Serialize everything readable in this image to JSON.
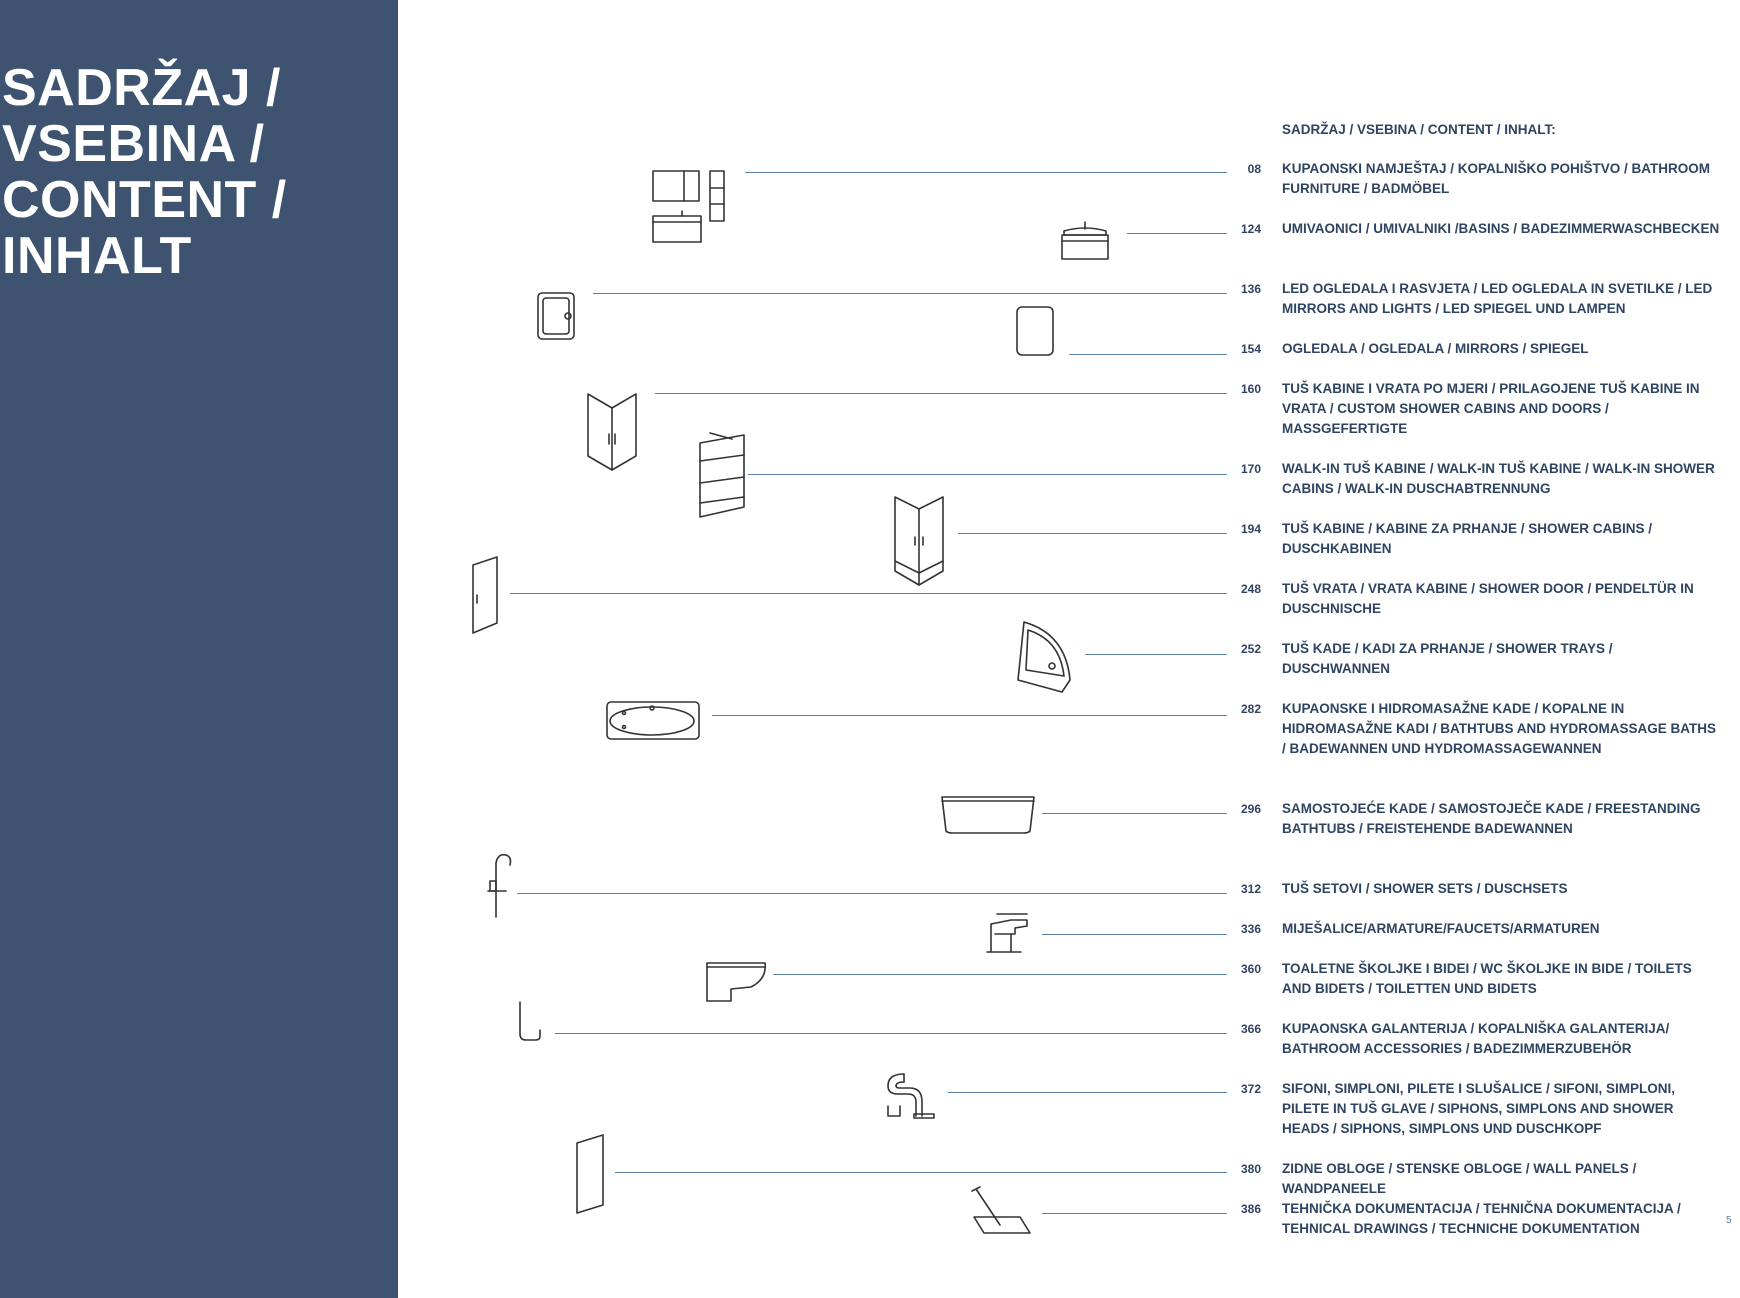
{
  "title": "SADRŽAJ /\nVSEBINA /\nCONTENT /\nINHALT",
  "toc_heading": "SADRŽAJ / VSEBINA / CONTENT / INHALT:",
  "page_number": "5",
  "colors": {
    "sidebar": "#3d5370",
    "text": "#2f4461",
    "leader_line": "#5b7fa6"
  },
  "entries": [
    {
      "page": "08",
      "text": "KUPAONSKI NAMJEŠTAJ / KOPALNIŠKO POHIŠTVO / BATHROOM FURNITURE / BADMÖBEL",
      "icon": "bathroom-furniture-icon"
    },
    {
      "page": "124",
      "text": "UMIVAONICI / UMIVALNIKI /BASINS / BADEZIMMERWASCHBECKEN",
      "icon": "basin-icon"
    },
    {
      "page": "136",
      "text": "LED OGLEDALA I RASVJETA / LED OGLEDALA IN SVETILKE / LED MIRRORS AND LIGHTS / LED SPIEGEL UND LAMPEN",
      "icon": "led-mirror-icon"
    },
    {
      "page": "154",
      "text": "OGLEDALA / OGLEDALA / MIRRORS / SPIEGEL",
      "icon": "mirror-icon"
    },
    {
      "page": "160",
      "text": "TUŠ KABINE I VRATA PO MJERI / PRILAGOJENE TUŠ KABINE IN VRATA / CUSTOM SHOWER CABINS AND DOORS / MASSGEFERTIGTE",
      "icon": "custom-shower-cabin-icon"
    },
    {
      "page": "170",
      "text": "WALK-IN TUŠ KABINE / WALK-IN TUŠ KABINE / WALK-IN SHOWER CABINS / WALK-IN DUSCHABTRENNUNG",
      "icon": "walk-in-shower-icon"
    },
    {
      "page": "194",
      "text": "TUŠ KABINE / KABINE ZA PRHANJE / SHOWER CABINS / DUSCHKABINEN",
      "icon": "shower-cabin-icon"
    },
    {
      "page": "248",
      "text": "TUŠ VRATA / VRATA KABINE / SHOWER DOOR / PENDELTÜR IN DUSCHNISCHE",
      "icon": "shower-door-icon"
    },
    {
      "page": "252",
      "text": "TUŠ KADE / KADI ZA PRHANJE / SHOWER TRAYS / DUSCHWANNEN",
      "icon": "shower-tray-icon"
    },
    {
      "page": "282",
      "text": "KUPAONSKE I HIDROMASAŽNE KADE / KOPALNE IN HIDROMASAŽNE KADI / BATHTUBS AND HYDROMASSAGE BATHS / BADEWANNEN UND HYDROMASSAGEWANNEN",
      "icon": "bathtub-icon"
    },
    {
      "page": "296",
      "text": "SAMOSTOJEĆE KADE / SAMOSTOJEČE KADE / FREESTANDING BATHTUBS / FREISTEHENDE BADEWANNEN",
      "icon": "freestanding-bathtub-icon"
    },
    {
      "page": "312",
      "text": "TUŠ SETOVI / SHOWER SETS / DUSCHSETS",
      "icon": "shower-set-icon"
    },
    {
      "page": "336",
      "text": "MIJEŠALICE/ARMATURE/FAUCETS/ARMATUREN",
      "icon": "faucet-icon"
    },
    {
      "page": "360",
      "text": "TOALETNE ŠKOLJKE I BIDEI / WC ŠKOLJKE IN BIDE / TOILETS AND BIDETS / TOILETTEN UND BIDETS",
      "icon": "toilet-icon"
    },
    {
      "page": "366",
      "text": "KUPAONSKA GALANTERIJA / KOPALNIŠKA GALANTERIJA/ BATHROOM ACCESSORIES / BADEZIMMERZUBEHÖR",
      "icon": "accessory-hook-icon"
    },
    {
      "page": "372",
      "text": "SIFONI, SIMPLONI, PILETE I SLUŠALICE / SIFONI, SIMPLONI, PILETE IN TUŠ GLAVE / SIPHONS, SIMPLONS AND SHOWER HEADS / SIPHONS, SIMPLONS UND DUSCHKOPF",
      "icon": "siphon-icon"
    },
    {
      "page": "380",
      "text": "ZIDNE OBLOGE / STENSKE OBLOGE / WALL PANELS / WANDPANEELE",
      "icon": "wall-panel-icon"
    },
    {
      "page": "386",
      "text": "TEHNIČKA DOKUMENTACIJA / TEHNIČNA DOKUMENTACIJA / TEHNICAL DRAWINGS / TECHNICHE DOKUMENTATION",
      "icon": "technical-drawing-icon"
    }
  ]
}
